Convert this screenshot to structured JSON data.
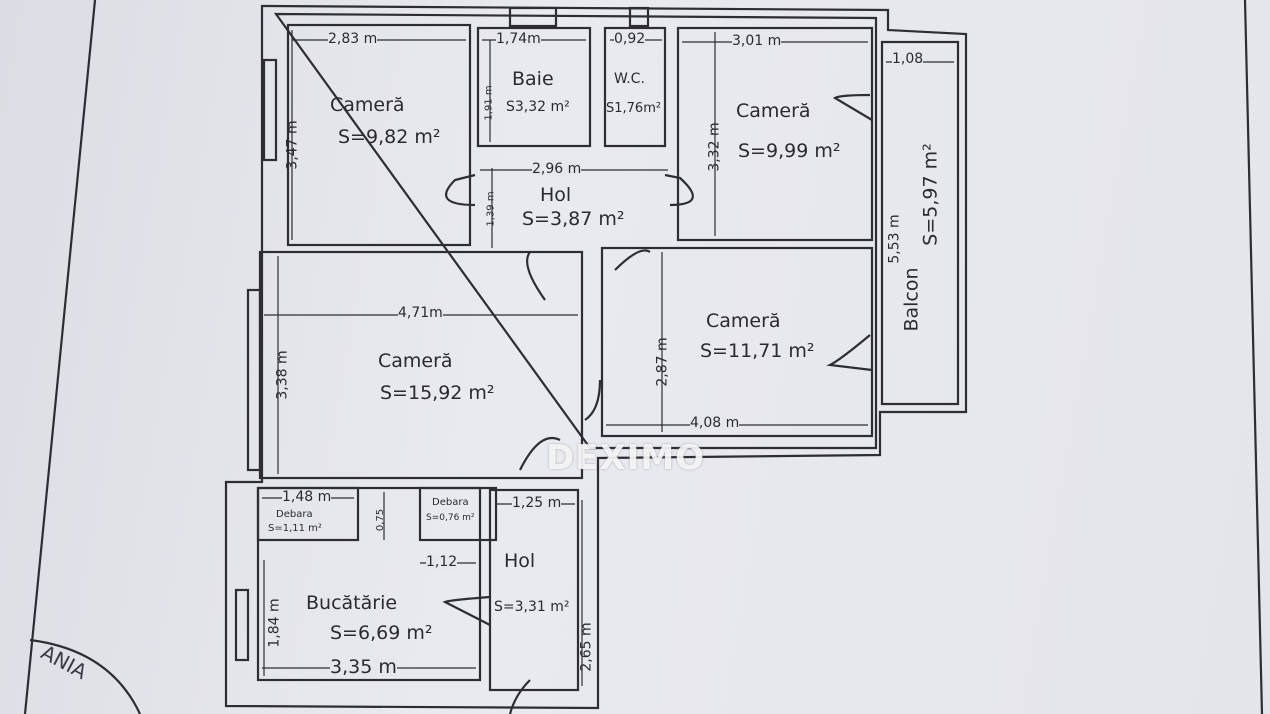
{
  "rooms": {
    "camera1": {
      "name": "Cameră",
      "area": "S=9,82 m²",
      "width": "2,83 m",
      "height": "3,47 m"
    },
    "baie": {
      "name": "Baie",
      "area": "S3,32 m²",
      "width": "1,74m",
      "height": "1,91 m"
    },
    "wc": {
      "name": "W.C.",
      "area": "S1,76m²",
      "width": "0,92"
    },
    "camera2": {
      "name": "Cameră",
      "area": "S=9,99 m²",
      "width": "3,01 m",
      "height": "3,32 m"
    },
    "hol1": {
      "name": "Hol",
      "area": "S=3,87 m²",
      "width": "2,96 m",
      "height": "1,39 m"
    },
    "balcon": {
      "name": "Balcon",
      "area": "S=5,97 m²",
      "width": "1,08",
      "height": "5,53 m"
    },
    "camera3": {
      "name": "Cameră",
      "area": "S=15,92 m²",
      "width": "4,71m",
      "height": "3,38 m"
    },
    "camera4": {
      "name": "Cameră",
      "area": "S=11,71 m²",
      "width": "4,08 m",
      "height": "2,87 m"
    },
    "debara1": {
      "name": "Debara",
      "area": "S=1,11 m²",
      "width": "1,48 m",
      "height": "0,75"
    },
    "debara2": {
      "name": "Debara",
      "area": "S=0,76 m²"
    },
    "bucatarie": {
      "name": "Bucătărie",
      "area": "S=6,69 m²",
      "width": "3,35 m",
      "height": "1,84 m",
      "inner": "1,12"
    },
    "hol2": {
      "name": "Hol",
      "area": "S=3,31 m²",
      "width": "1,25 m",
      "height": "2,65 m"
    }
  },
  "watermark": "DEXIMO",
  "stamp_text": "ANIA"
}
